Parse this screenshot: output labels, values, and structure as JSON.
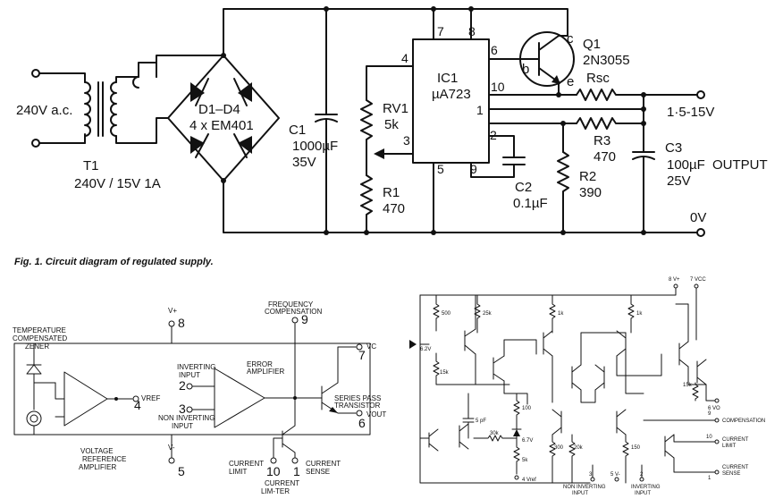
{
  "figure1": {
    "caption": "Fig. 1. Circuit diagram of regulated supply.",
    "input_label": "240V a.c.",
    "transformer": {
      "ref": "T1",
      "spec": "240V / 15V 1A"
    },
    "bridge": {
      "ref": "D1–D4",
      "spec": "4 x EM401"
    },
    "c1": {
      "ref": "C1",
      "value": "1000µF",
      "voltage": "35V"
    },
    "rv1": {
      "ref": "RV1",
      "value": "5k"
    },
    "r1": {
      "ref": "R1",
      "value": "470"
    },
    "ic1": {
      "ref": "IC1",
      "part": "µA723"
    },
    "pins": {
      "p7": "7",
      "p8": "8",
      "p4": "4",
      "p6": "6",
      "p10": "10",
      "p1": "1",
      "p2": "2",
      "p3": "3",
      "p5": "5",
      "p9": "9"
    },
    "q1": {
      "ref": "Q1",
      "part": "2N3055",
      "b": "b",
      "c": "c",
      "e": "e"
    },
    "rsc": {
      "ref": "Rsc"
    },
    "r3": {
      "ref": "R3",
      "value": "470"
    },
    "c2": {
      "ref": "C2",
      "value": "0.1µF"
    },
    "r2": {
      "ref": "R2",
      "value": "390"
    },
    "c3": {
      "ref": "C3",
      "value": "100µF",
      "voltage": "25V"
    },
    "output_label": "OUTPUT",
    "voltage_range": "1·5-15V",
    "ground": "0V"
  },
  "block": {
    "zener_label": [
      "TEMPERATURE",
      "COMPENSATED",
      "ZENER"
    ],
    "vplus": "V+",
    "pin8": "8",
    "vminus": "V-",
    "pin5": "5",
    "vref": "VREF",
    "pin4": "4",
    "freq_comp": [
      "FREQUENCY",
      "COMPENSATION"
    ],
    "pin9": "9",
    "vc": "VC",
    "pin7": "7",
    "inv_input": [
      "INVERTING",
      "INPUT"
    ],
    "pin2": "2",
    "noninv_input": [
      "NON INVERTING",
      "INPUT"
    ],
    "pin3": "3",
    "error_amp": [
      "ERROR",
      "AMPLIFIER"
    ],
    "series_pass": [
      "SERIES PASS",
      "TRANSISTOR"
    ],
    "vout": "VOUT",
    "pin6": "6",
    "vref_amp": [
      "VOLTAGE",
      "REFERENCE",
      "AMPLIFIER"
    ],
    "current_limit": [
      "CURRENT",
      "LIMIT"
    ],
    "pin10": "10",
    "current_sense": [
      "CURRENT",
      "SENSE"
    ],
    "pin1": "1",
    "current_limiter": [
      "CURRENT",
      "LIM-TER"
    ]
  },
  "internal": {
    "vplus": "8 V+",
    "vcc": "7 VCC",
    "r500": "500",
    "r25k": "25k",
    "r1k_a": "1k",
    "r1k_b": "1k",
    "zener": "6.2V",
    "r15k": "15k",
    "c5pf": "5 pF",
    "r100": "100",
    "r30k": "30k",
    "z67": "6.7V",
    "r5k": "5k",
    "r300": "300",
    "r20k": "20k",
    "r150": "150",
    "r15k_b": "15k",
    "vo": "6 VO",
    "comp": "COMPENSATION",
    "comp_pin": "9",
    "cl": [
      "CURRENT",
      "LIMIT"
    ],
    "cl_pin": "10",
    "cs": [
      "CURRENT",
      "SENSE"
    ],
    "cs_pin": "1",
    "vref": "4 Vref",
    "noninv": [
      "NON INVERTING",
      "INPUT"
    ],
    "noninv_pin": "3",
    "vminus": "5 V-",
    "inv": [
      "INVERTING",
      "INPUT"
    ],
    "inv_pin": "2"
  }
}
